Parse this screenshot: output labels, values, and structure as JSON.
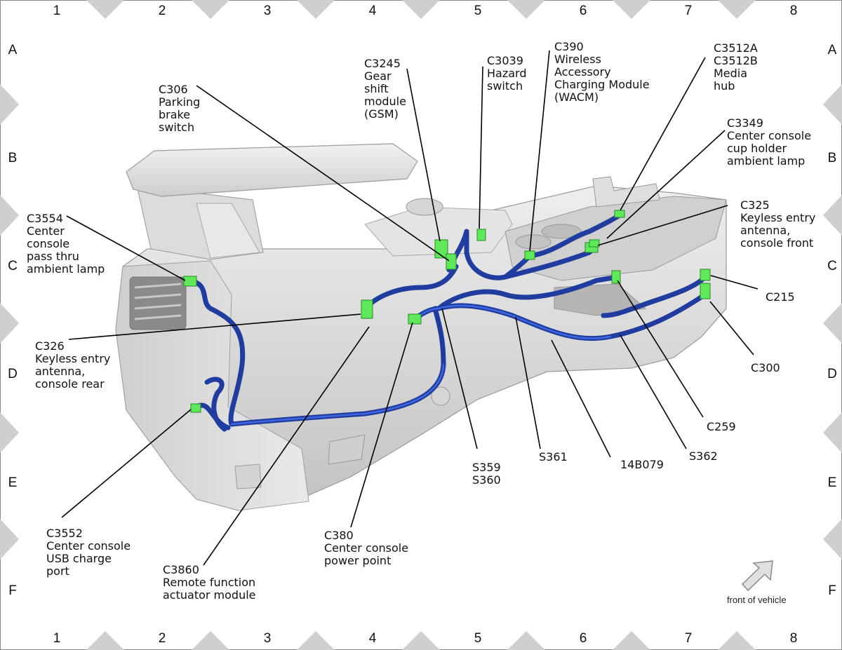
{
  "grid": {
    "columns": [
      "1",
      "2",
      "3",
      "4",
      "5",
      "6",
      "7",
      "8"
    ],
    "rows": [
      "A",
      "B",
      "C",
      "D",
      "E",
      "F"
    ]
  },
  "labels": {
    "c306": [
      "C306",
      "Parking",
      "brake",
      "switch"
    ],
    "c3245": [
      "C3245",
      "Gear",
      "shift",
      "module",
      "(GSM)"
    ],
    "c3039": [
      "C3039",
      "Hazard",
      "switch"
    ],
    "c390": [
      "C390",
      "Wireless",
      "Accessory",
      "Charging Module",
      "(WACM)"
    ],
    "c3512": [
      "C3512A",
      "C3512B",
      "Media",
      "hub"
    ],
    "c3349": [
      "C3349",
      "Center console",
      "cup holder",
      "ambient lamp"
    ],
    "c325": [
      "C325",
      "Keyless entry",
      "antenna,",
      "console front"
    ],
    "c3554": [
      "C3554",
      "Center",
      "console",
      "pass thru",
      "ambient lamp"
    ],
    "c215": [
      "C215"
    ],
    "c326": [
      "C326",
      "Keyless entry",
      "antenna,",
      "console rear"
    ],
    "c300": [
      "C300"
    ],
    "c259": [
      "C259"
    ],
    "s359": [
      "S359",
      "S360"
    ],
    "s361": [
      "S361"
    ],
    "b14079": [
      "14B079"
    ],
    "s362": [
      "S362"
    ],
    "c3552": [
      "C3552",
      "Center console",
      "USB charge",
      "port"
    ],
    "c380": [
      "C380",
      "Center console",
      "power point"
    ],
    "c3860": [
      "C3860",
      "Remote function",
      "actuator module"
    ]
  },
  "footer": {
    "front_label": "front of vehicle"
  },
  "colors": {
    "connector": "#5fe85a",
    "harness": "#1f3c9e",
    "console": "#d9d9d9"
  }
}
